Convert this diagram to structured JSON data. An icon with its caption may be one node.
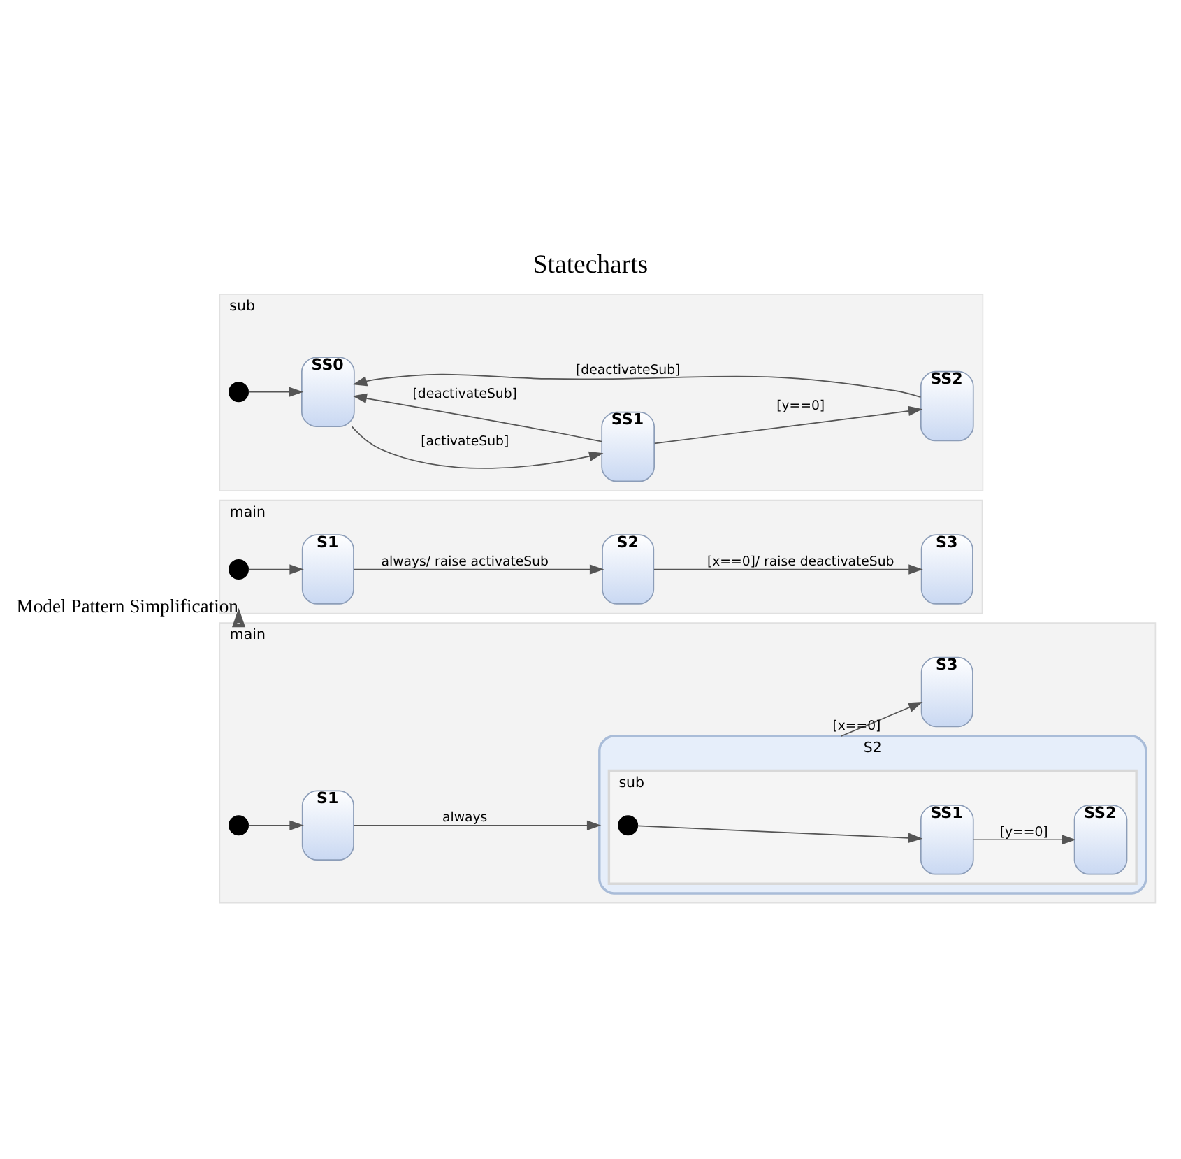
{
  "diagram": {
    "title": "Statecharts",
    "nodes": [
      {
        "text": [
          "main"
        ]
      },
      {
        "text": [],
        "shape": "circle",
        "in": 0
      },
      {
        "text": [
          "S1"
        ],
        "in": 0
      },
      {
        "text": [
          "S2"
        ],
        "in": 0
      },
      {
        "text": [
          "sub"
        ],
        "in": 3
      },
      {
        "text": [],
        "shape": "circle",
        "in": 4
      },
      {
        "text": [
          "SS1"
        ],
        "in": 4
      },
      {
        "text": [
          "SS2"
        ],
        "in": 4
      },
      {
        "text": [
          "S3"
        ],
        "in": 0
      },
      {
        "text": [
          "main"
        ]
      },
      {
        "text": [],
        "shape": "circle",
        "in": 9
      },
      {
        "text": [
          "S1"
        ],
        "in": 9
      },
      {
        "text": [
          "S2"
        ],
        "in": 9
      },
      {
        "text": [
          "S3"
        ],
        "in": 9
      },
      {
        "text": [
          "sub"
        ]
      },
      {
        "text": [],
        "shape": "circle",
        "in": 14
      },
      {
        "text": [
          "SS0"
        ],
        "in": 14
      },
      {
        "text": [
          "SS1"
        ],
        "in": 14
      },
      {
        "text": [
          "SS2"
        ],
        "in": 14
      }
    ],
    "edges": [
      {
        "from": 1,
        "to": 2,
        "arrow": "to"
      },
      {
        "from": 2,
        "to": 3,
        "arrow": "to",
        "label": "always"
      },
      {
        "from": 3,
        "to": 8,
        "arrow": "to",
        "label": "[x==0]"
      },
      {
        "from": 5,
        "to": 6,
        "arrow": "to"
      },
      {
        "from": 6,
        "to": 7,
        "arrow": "to",
        "label": "[y==0]"
      },
      {
        "from": 0,
        "to": 9,
        "arrow": "to",
        "label": "Model Pattern Simplification",
        "style": "thick"
      },
      {
        "from": 10,
        "to": 11,
        "arrow": "to"
      },
      {
        "from": 11,
        "to": 12,
        "arrow": "to",
        "label": "always/ raise activateSub"
      },
      {
        "from": 12,
        "to": 13,
        "arrow": "to",
        "label": "[x==0]/ raise deactivateSub"
      },
      {
        "from": 15,
        "to": 16,
        "arrow": "to"
      },
      {
        "from": 16,
        "to": 17,
        "arrow": "to",
        "label": "[activateSub]"
      },
      {
        "from": 17,
        "to": 16,
        "arrow": "to",
        "label": "[deactivateSub]"
      },
      {
        "from": 17,
        "to": 18,
        "arrow": "to",
        "label": "[y==0]"
      },
      {
        "from": 18,
        "to": 16,
        "arrow": "to",
        "label": "[deactivateSub]"
      }
    ]
  }
}
